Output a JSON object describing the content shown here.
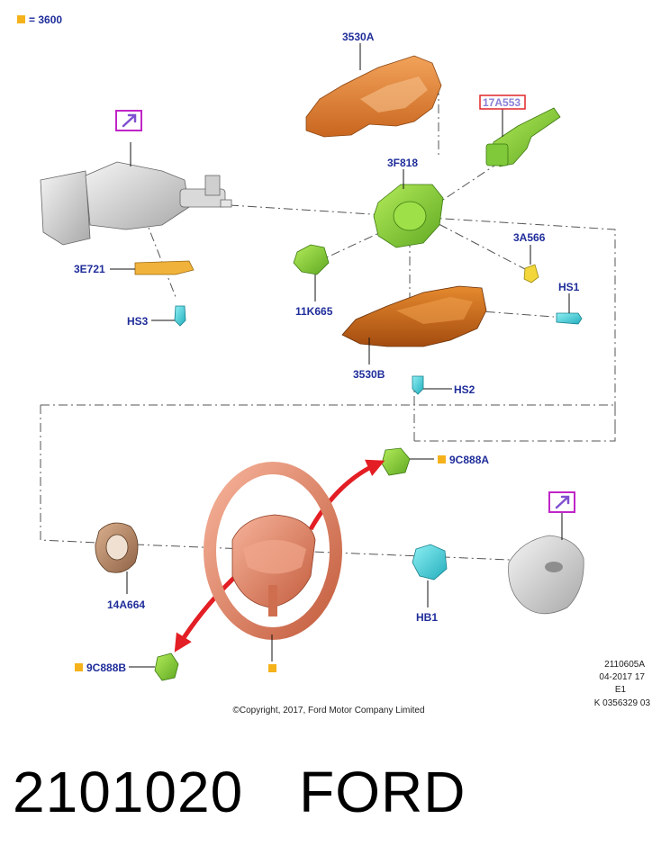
{
  "legend": {
    "color": "#f5b21b",
    "text": "= 3600"
  },
  "colors": {
    "label": "#1f2d9a",
    "highlight_box": "#c026c8",
    "red_box": "#e0262a",
    "arrow": "#e31e24"
  },
  "parts": {
    "p3530A": "3530A",
    "p17A553": "17A553",
    "p3F818": "3F818",
    "p3E721": "3E721",
    "p3A566": "3A566",
    "pHS1": "HS1",
    "pHS3": "HS3",
    "p11K665": "11K665",
    "p3530B": "3530B",
    "pHS2": "HS2",
    "p9C888A": "9C888A",
    "p14A664": "14A664",
    "pHB1": "HB1",
    "p9C888B": "9C888B"
  },
  "icons": [
    "note-icon-column",
    "note-icon-airbag"
  ],
  "meta": {
    "line1": "2110605A",
    "line2": "04-2017 17",
    "line3": "E1",
    "line4": "K 0356329 03"
  },
  "copyright": "©Copyright, 2017, Ford Motor Company Limited",
  "footer": {
    "code": "2101020",
    "brand": "FORD"
  }
}
